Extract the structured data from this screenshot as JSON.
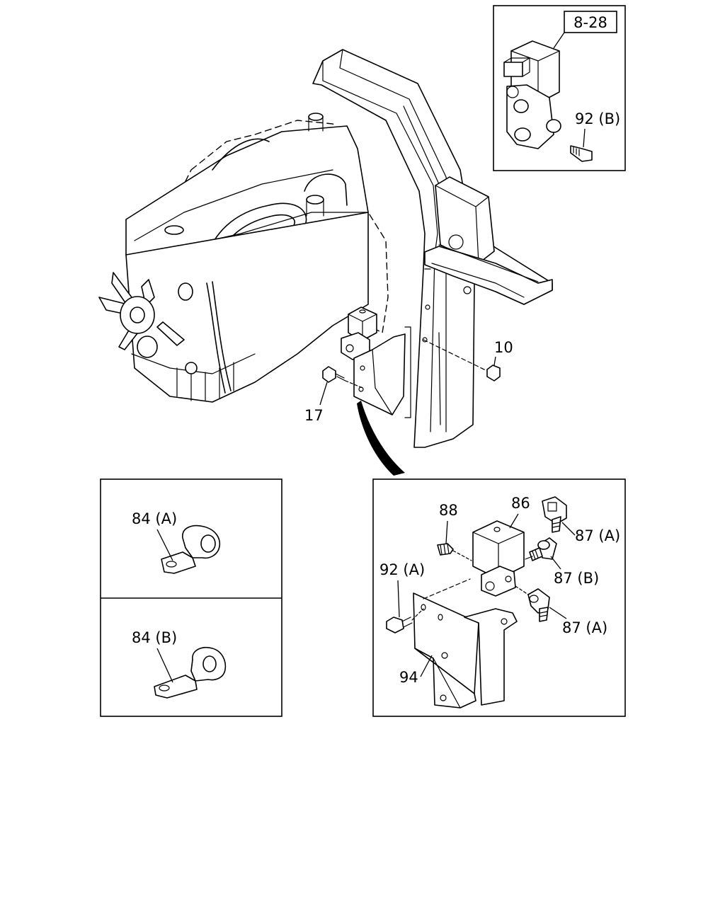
{
  "labels": {
    "ref_box": "8-28",
    "inset_bolt": "92 (B)",
    "nut": "10",
    "bolt_main": "17",
    "clip_a": "84 (A)",
    "clip_b": "84 (B)",
    "plug": "88",
    "valve": "86",
    "elbow_top": "87 (A)",
    "elbow_mid": "87 (B)",
    "elbow_bottom": "87 (A)",
    "bracket_bolt": "92 (A)",
    "bracket": "94"
  }
}
